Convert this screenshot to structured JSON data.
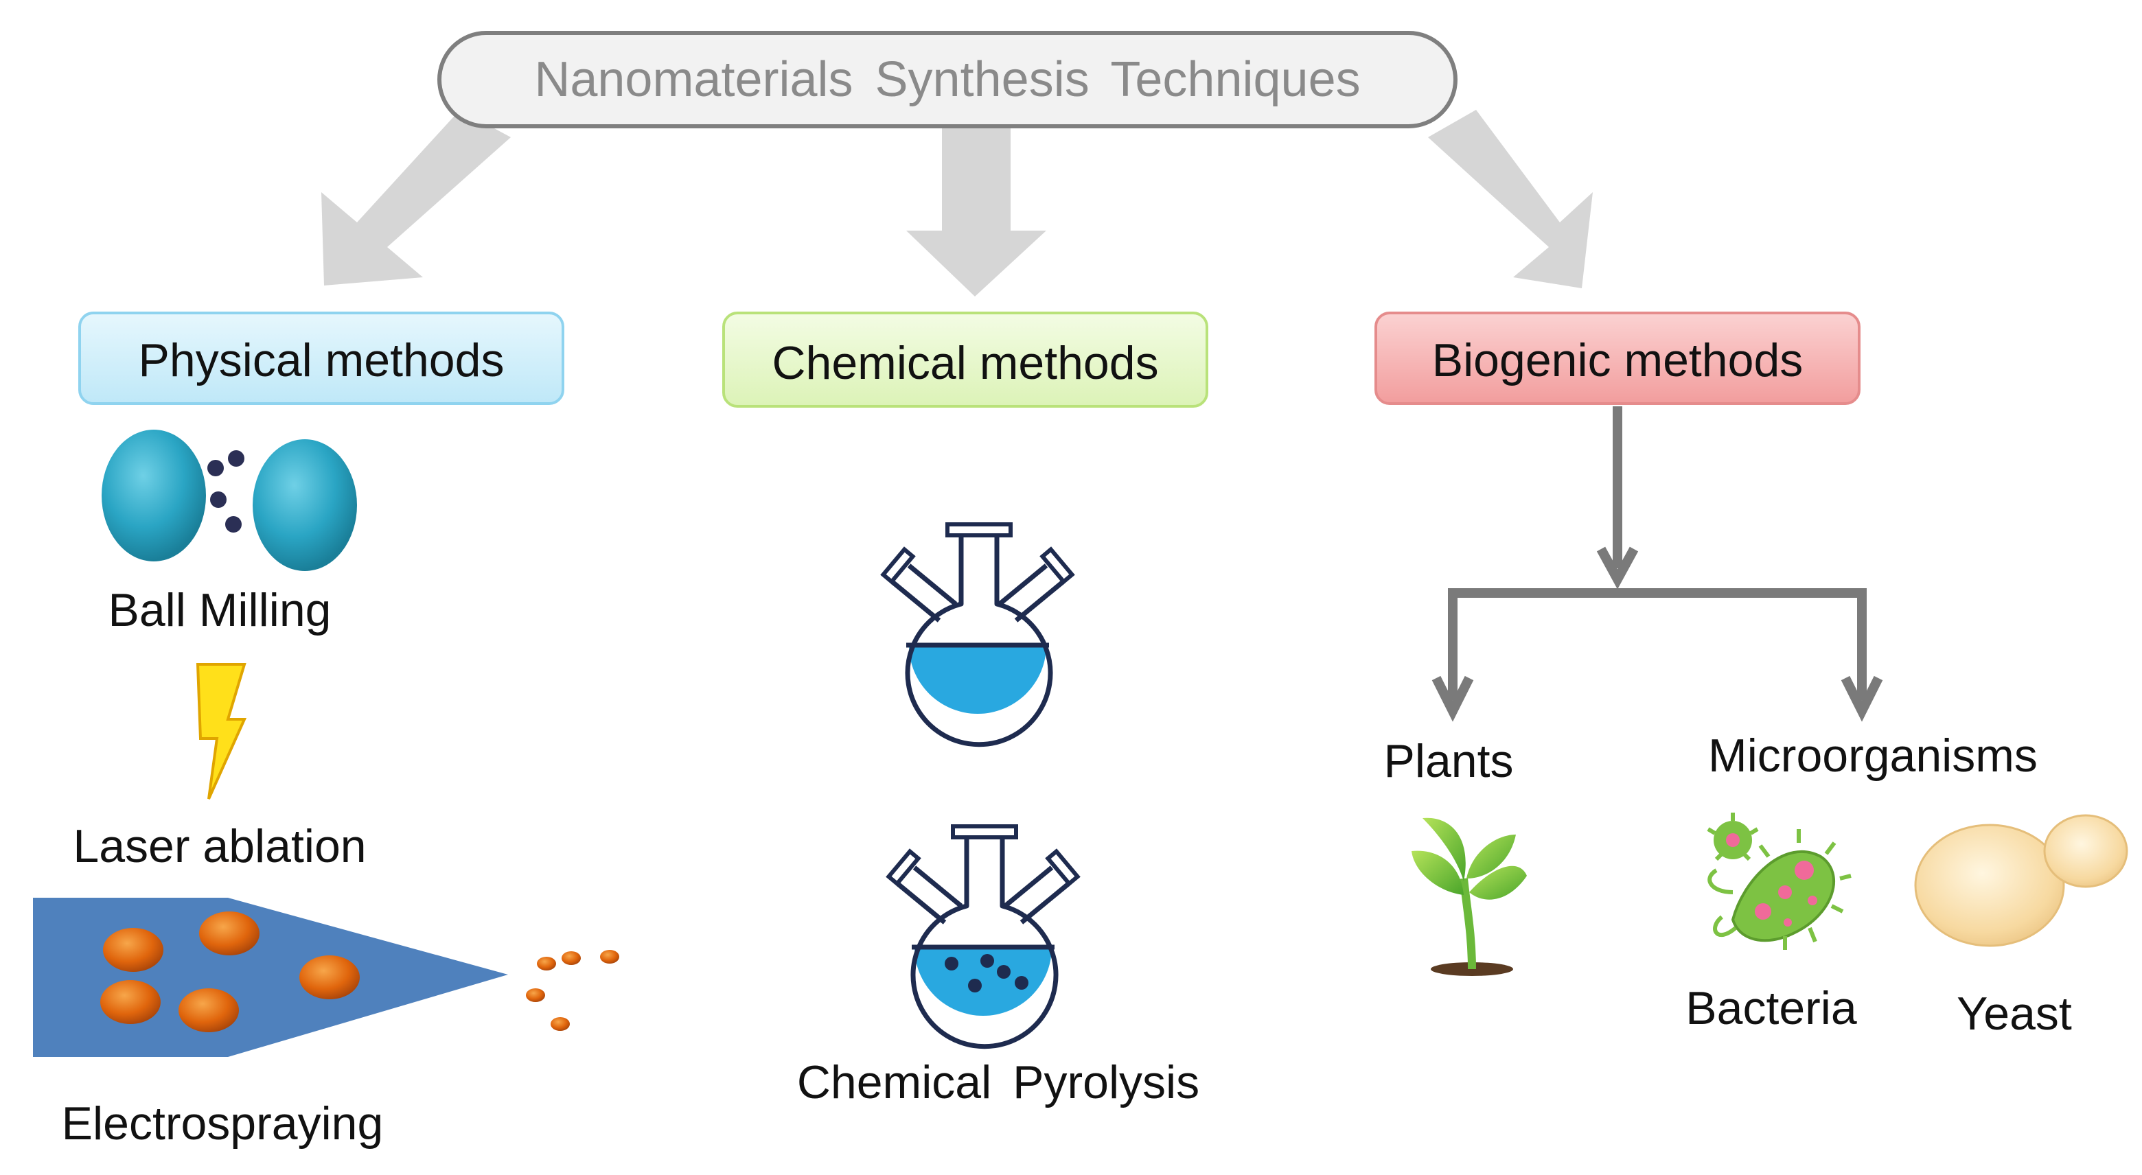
{
  "title": "Nanomaterials Synthesis Techniques",
  "categories": {
    "physical": {
      "label": "Physical methods",
      "items": [
        "Ball Milling",
        "Laser ablation",
        "Electrospraying"
      ]
    },
    "chemical": {
      "label": "Chemical methods",
      "items": [
        "Chemical Pyrolysis"
      ]
    },
    "biogenic": {
      "label": "Biogenic methods",
      "branches": [
        "Plants",
        "Microorganisms"
      ],
      "microorganisms": [
        "Bacteria",
        "Yeast"
      ]
    }
  },
  "colors": {
    "physical_box": "#cdeefb",
    "chemical_box": "#e6f7c9",
    "biogenic_box": "#f6b1b1",
    "arrows": "#d6d6d6",
    "connectors": "#7a7a7a"
  },
  "icons": [
    "ball-milling-icon",
    "lightning-icon",
    "electrospray-nozzle-icon",
    "round-bottom-flask-icon",
    "flask-with-particles-icon",
    "plant-sprout-icon",
    "bacteria-icon",
    "yeast-icon"
  ]
}
